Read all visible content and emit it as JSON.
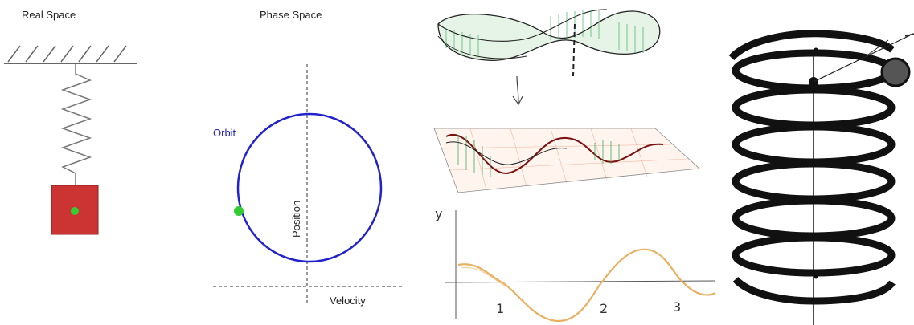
{
  "real_space": {
    "title": "Real Space",
    "mass_color": "#cc3333",
    "dot_color": "#33cc33"
  },
  "phase_space": {
    "title": "Phase Space",
    "orbit_label": "Orbit",
    "y_axis_label": "Position",
    "x_axis_label": "Velocity",
    "orbit_color": "#2222cc",
    "point_color": "#33cc33"
  },
  "sketch": {
    "axis_y_label": "y",
    "tick_labels": [
      "1",
      "2",
      "3"
    ],
    "wave_color": "#e8b060",
    "ribbon_color": "#33aa55"
  },
  "helix": {
    "coil_color": "#111111",
    "ball_color": "#555555"
  }
}
